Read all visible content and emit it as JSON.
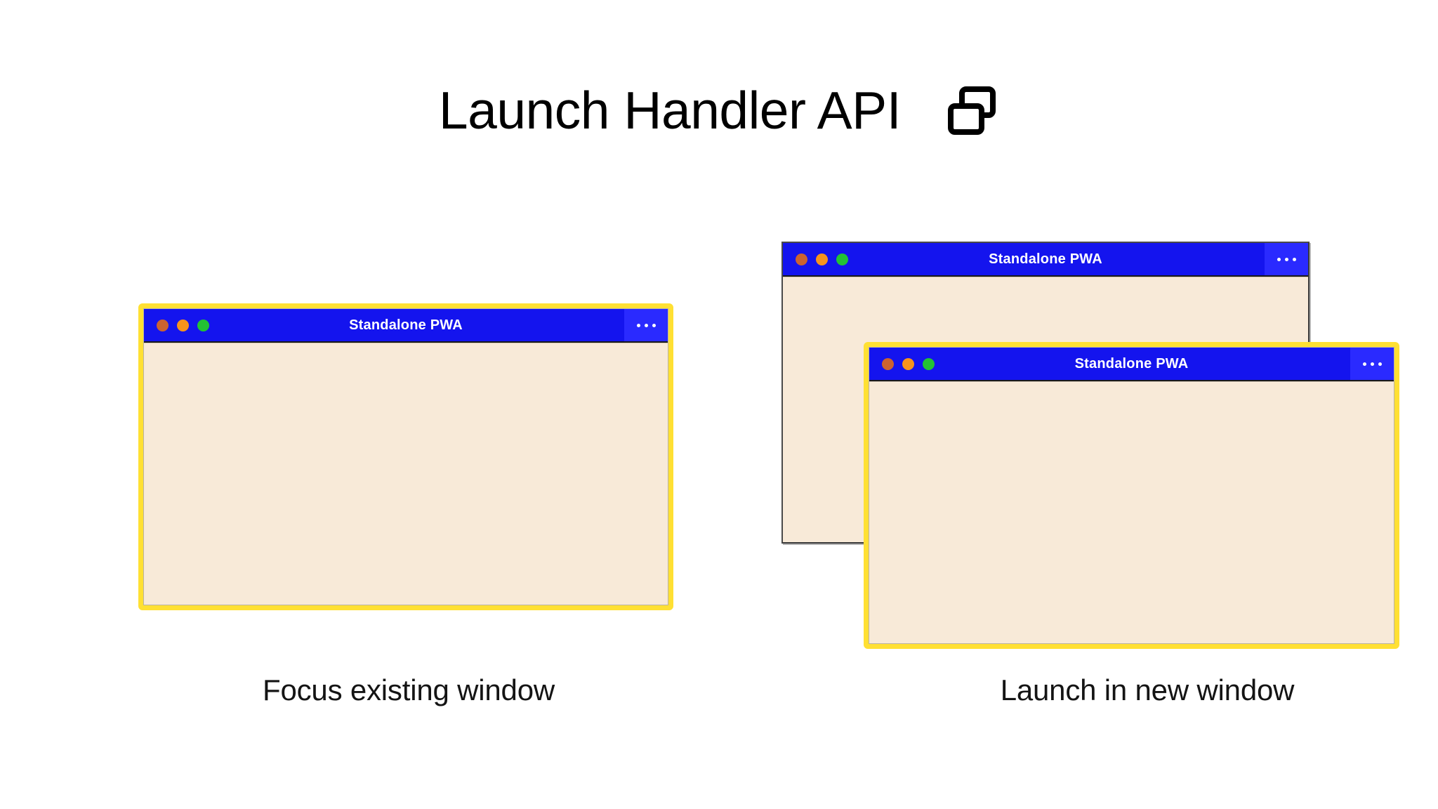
{
  "header": {
    "title": "Launch Handler API",
    "icon": "two-windows-icon"
  },
  "colors": {
    "page_background": "#ffffff",
    "titlebar_blue": "#1414ee",
    "menu_button_blue": "#2a2aff",
    "window_body_cream": "#f8ead8",
    "highlight_yellow": "#ffe033",
    "plain_border_grey": "#4a4a4a",
    "text_black": "#141414",
    "title_text_white": "#ffffff",
    "dot_close": "#cb6330",
    "dot_minimize": "#f7941d",
    "dot_maximize": "#23c234"
  },
  "windows": {
    "focus_existing": {
      "title": "Standalone PWA",
      "highlighted": true,
      "menu_icon": "overflow-menu-icon",
      "traffic_lights": [
        "close-dot",
        "minimize-dot",
        "maximize-dot"
      ]
    },
    "new_window_back": {
      "title": "Standalone PWA",
      "highlighted": false,
      "menu_icon": "overflow-menu-icon",
      "traffic_lights": [
        "close-dot",
        "minimize-dot",
        "maximize-dot"
      ]
    },
    "new_window_front": {
      "title": "Standalone PWA",
      "highlighted": true,
      "menu_icon": "overflow-menu-icon",
      "traffic_lights": [
        "close-dot",
        "minimize-dot",
        "maximize-dot"
      ]
    }
  },
  "captions": {
    "left": "Focus existing window",
    "right": "Launch in new window"
  }
}
